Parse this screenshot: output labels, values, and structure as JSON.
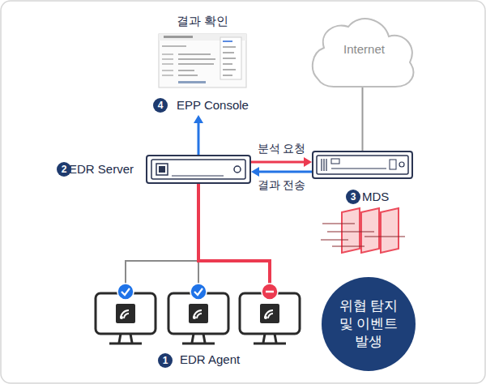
{
  "diagram": {
    "nodes": [
      {
        "text": [
          "Internet"
        ]
      },
      {
        "text": [
          "결과 확인",
          "EPP Console"
        ]
      },
      {
        "text": [
          "EDR Server"
        ]
      },
      {
        "text": [
          "MDS"
        ]
      },
      {
        "text": [
          "EDR Agent"
        ]
      },
      {
        "text": [
          "위협 탐지 및 이벤트 발생"
        ]
      }
    ],
    "edges": [
      {
        "from": 2,
        "to": 1,
        "arrow": "to"
      },
      {
        "from": 2,
        "to": 3,
        "label": "분석 요청",
        "arrow": "to"
      },
      {
        "from": 3,
        "to": 2,
        "label": "결과 전송",
        "arrow": "to"
      },
      {
        "from": 3,
        "to": 0,
        "arrow": "none"
      },
      {
        "from": 4,
        "to": 2,
        "arrow": "none"
      }
    ],
    "labels": [
      "4",
      "2",
      "3",
      "1"
    ]
  }
}
